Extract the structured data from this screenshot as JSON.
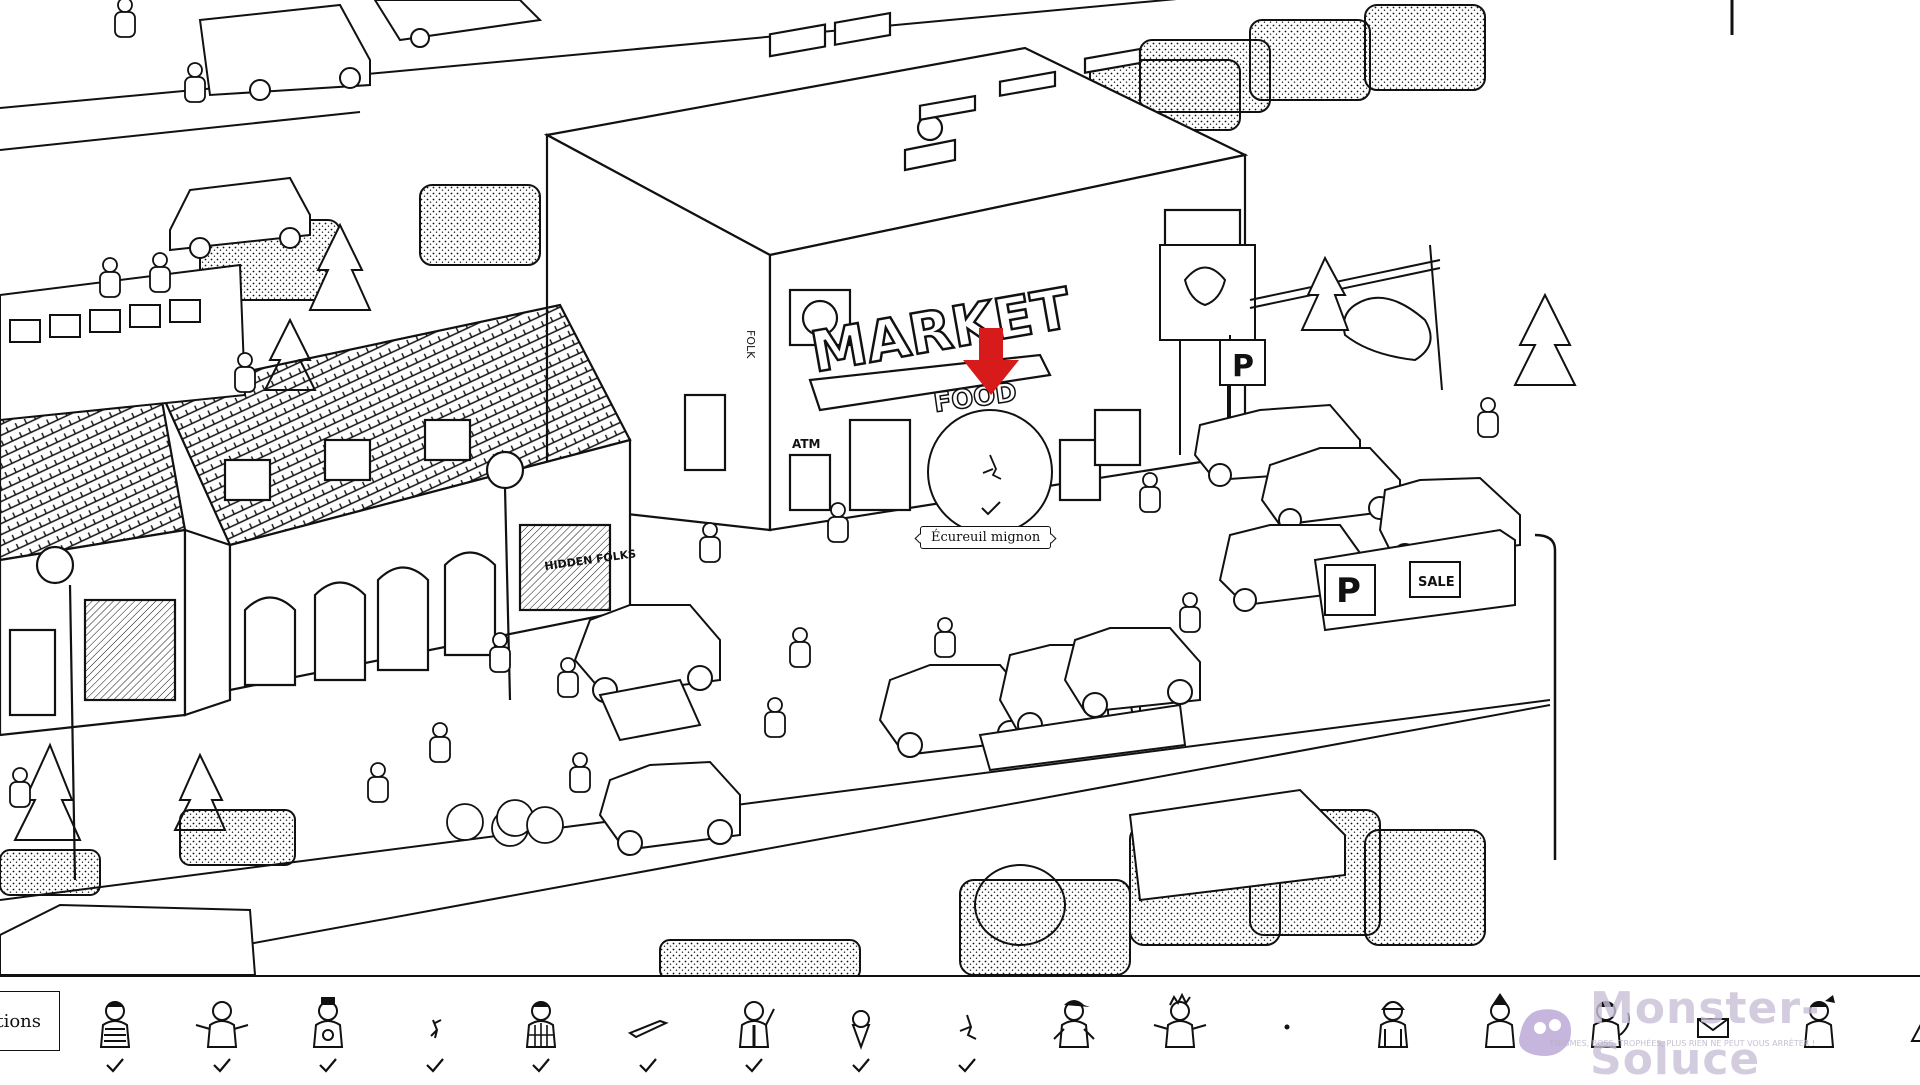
{
  "game": {
    "found_label": "Écureuil mignon",
    "colors": {
      "ink": "#111111",
      "paper": "#ffffff",
      "marker": "#d71a1a"
    }
  },
  "scene": {
    "market_sign": "MARKET",
    "store_sign": "FOLK",
    "sub_sign": "FOOD",
    "atm_sign": "ATM",
    "shop_sign": "HIDDEN FOLKS",
    "parking_sign": "P",
    "sale_sign": "SALE"
  },
  "toolbar": {
    "options_label": "Options",
    "targets": [
      {
        "icon": "folk-striped-icon",
        "found": true
      },
      {
        "icon": "folk-arms-out-icon",
        "found": true
      },
      {
        "icon": "folk-hat-icon",
        "found": true
      },
      {
        "icon": "folk-small-icon",
        "found": true
      },
      {
        "icon": "folk-plaid-icon",
        "found": true
      },
      {
        "icon": "knife-icon",
        "found": true
      },
      {
        "icon": "folk-waving-icon",
        "found": true
      },
      {
        "icon": "ice-cream-icon",
        "found": true
      },
      {
        "icon": "squirrel-icon",
        "found": true
      },
      {
        "icon": "folk-cap-icon",
        "found": false
      },
      {
        "icon": "folk-spiky-icon",
        "found": false
      },
      {
        "icon": "dot-icon",
        "found": false
      },
      {
        "icon": "folk-helmet-icon",
        "found": false
      },
      {
        "icon": "folk-pointy-hat-icon",
        "found": false
      },
      {
        "icon": "folk-tail-icon",
        "found": false
      },
      {
        "icon": "envelope-icon",
        "found": false
      },
      {
        "icon": "folk-bird-icon",
        "found": false
      },
      {
        "icon": "warning-icon",
        "found": false
      }
    ]
  },
  "watermark": {
    "name": "Monster-Soluce",
    "slogan": "ÉNIGMES, BOSS, TROPHÉES, PLUS RIEN NE PEUT VOUS ARRÊTER !"
  }
}
